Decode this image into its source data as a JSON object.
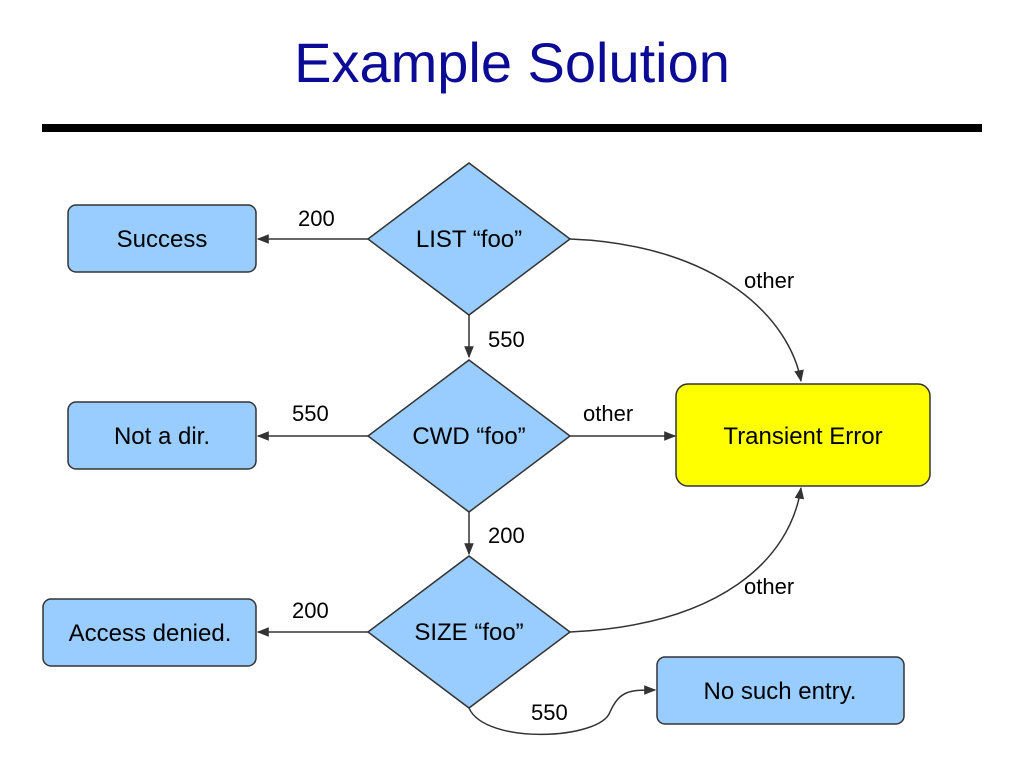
{
  "slide": {
    "title": "Example Solution"
  },
  "colors": {
    "title": "#0b0b96",
    "node_fill": "#99ccff",
    "error_fill": "#ffff00",
    "stroke": "#333333"
  },
  "nodes": {
    "list_foo": "LIST “foo”",
    "cwd_foo": "CWD “foo”",
    "size_foo": "SIZE “foo”",
    "success": "Success",
    "not_a_dir": "Not a dir.",
    "access_denied": "Access denied.",
    "transient_error": "Transient Error",
    "no_such_entry": "No such entry."
  },
  "edges": {
    "list_success": "200",
    "list_cwd": "550",
    "list_error": "other",
    "cwd_notdir": "550",
    "cwd_error": "other",
    "cwd_size": "200",
    "size_denied": "200",
    "size_error": "other",
    "size_nosuch": "550"
  }
}
